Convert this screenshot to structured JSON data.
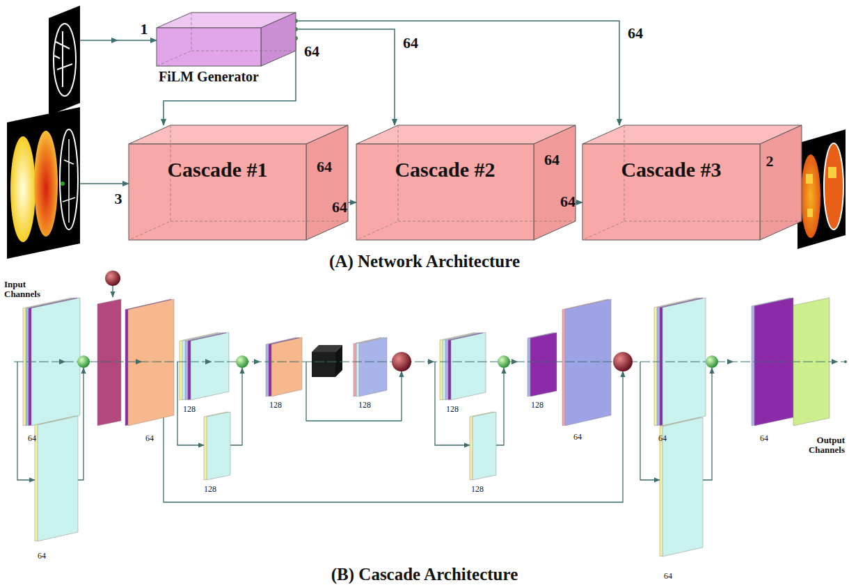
{
  "diagram": {
    "nodes": [
      {
        "text": [
          "FiLM Generator"
        ]
      },
      {
        "text": [
          "Cascade #1"
        ]
      },
      {
        "text": [
          "Cascade #2"
        ]
      },
      {
        "text": [
          "Cascade #3"
        ]
      }
    ],
    "edges": [
      {
        "from": 0,
        "to": 1,
        "arrow": "to"
      },
      {
        "from": 0,
        "to": 2,
        "arrow": "to"
      },
      {
        "from": 0,
        "to": 3,
        "arrow": "to"
      },
      {
        "from": 1,
        "to": 2,
        "arrow": "to"
      },
      {
        "from": 2,
        "to": 3,
        "arrow": "to"
      }
    ],
    "labels": [
      "1",
      "64",
      "64",
      "64",
      "3",
      "64",
      "64",
      "64",
      "64",
      "2",
      "(A) Network Architecture",
      "Input Channels",
      "64",
      "64",
      "64",
      "128",
      "128",
      "128",
      "128",
      "128",
      "128",
      "128",
      "64",
      "64",
      "64",
      "64",
      "Output Channels",
      "(B) Cascade Architecture"
    ]
  }
}
